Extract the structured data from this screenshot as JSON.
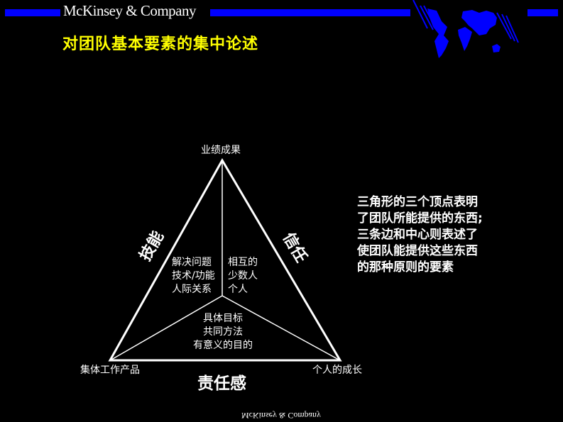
{
  "header": {
    "brand": "McKinsey & Company",
    "title": "对团队基本要素的集中论述",
    "colors": {
      "bar": "#0000ff",
      "title": "#ffff00",
      "background": "#000000",
      "text": "#ffffff"
    },
    "map_icon": "world-map-icon"
  },
  "diagram": {
    "vertices": {
      "top": "业绩成果",
      "bottom_left": "集体工作产品",
      "bottom_right": "个人的成长"
    },
    "sides": {
      "left": "技能",
      "right": "信任",
      "bottom": "责任感"
    },
    "regions": {
      "left": [
        "解决问题",
        "技术/功能",
        "人际关系"
      ],
      "right": [
        "相互的",
        "少数人",
        "个人"
      ],
      "bottom": [
        "具体目标",
        "共同方法",
        "有意义的目的"
      ]
    }
  },
  "note": {
    "lines": [
      "三角形的三个顶点表明",
      "了团队所能提供的东西;",
      "三条边和中心则表述了",
      "使团队能提供这些东西",
      "的那种原则的要素"
    ]
  },
  "footer": {
    "brand_mirrored": "McKinsey & Company"
  }
}
